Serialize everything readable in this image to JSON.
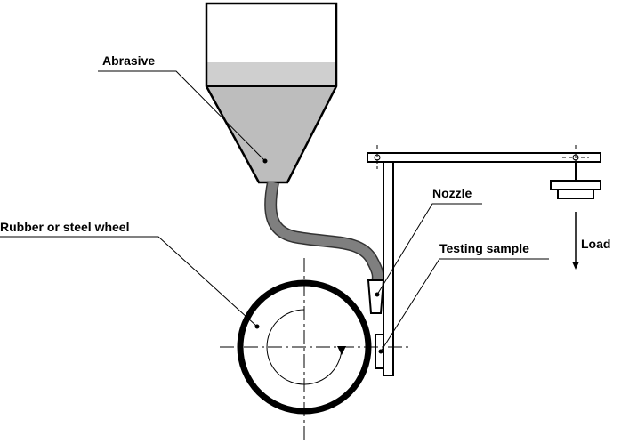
{
  "labels": {
    "abrasive": "Abrasive",
    "nozzle": "Nozzle",
    "wheel": "Rubber or steel wheel",
    "sample": "Testing sample",
    "load": "Load"
  },
  "colors": {
    "ink": "#000000",
    "abrasive_fill": "#bdbdbd",
    "tube": "#7f7f7f",
    "background": "#ffffff"
  },
  "icons": {
    "rotation": "clockwise-rotation-arrow-icon",
    "load": "down-arrow-icon"
  }
}
